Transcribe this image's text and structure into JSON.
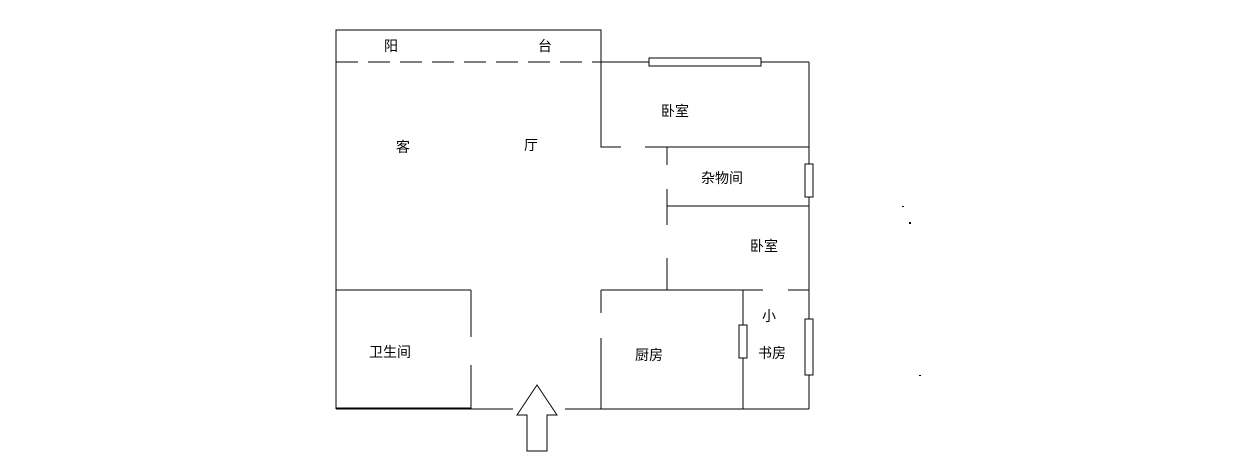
{
  "diagram": {
    "type": "floor-plan",
    "line_color": "#000000",
    "background": "#ffffff",
    "rooms": [
      {
        "id": "balcony",
        "label_parts": [
          "阳",
          "台"
        ]
      },
      {
        "id": "living-room",
        "label_parts": [
          "客",
          "厅"
        ]
      },
      {
        "id": "bedroom-north",
        "label": "卧室"
      },
      {
        "id": "storage-room",
        "label": "杂物间"
      },
      {
        "id": "bedroom-middle",
        "label": "卧室"
      },
      {
        "id": "bathroom",
        "label": "卫生间"
      },
      {
        "id": "kitchen",
        "label": "厨房"
      },
      {
        "id": "small-study",
        "label_parts": [
          "小",
          "书房"
        ]
      }
    ],
    "entrance": {
      "icon": "up-arrow-icon",
      "meaning": "entrance"
    }
  }
}
